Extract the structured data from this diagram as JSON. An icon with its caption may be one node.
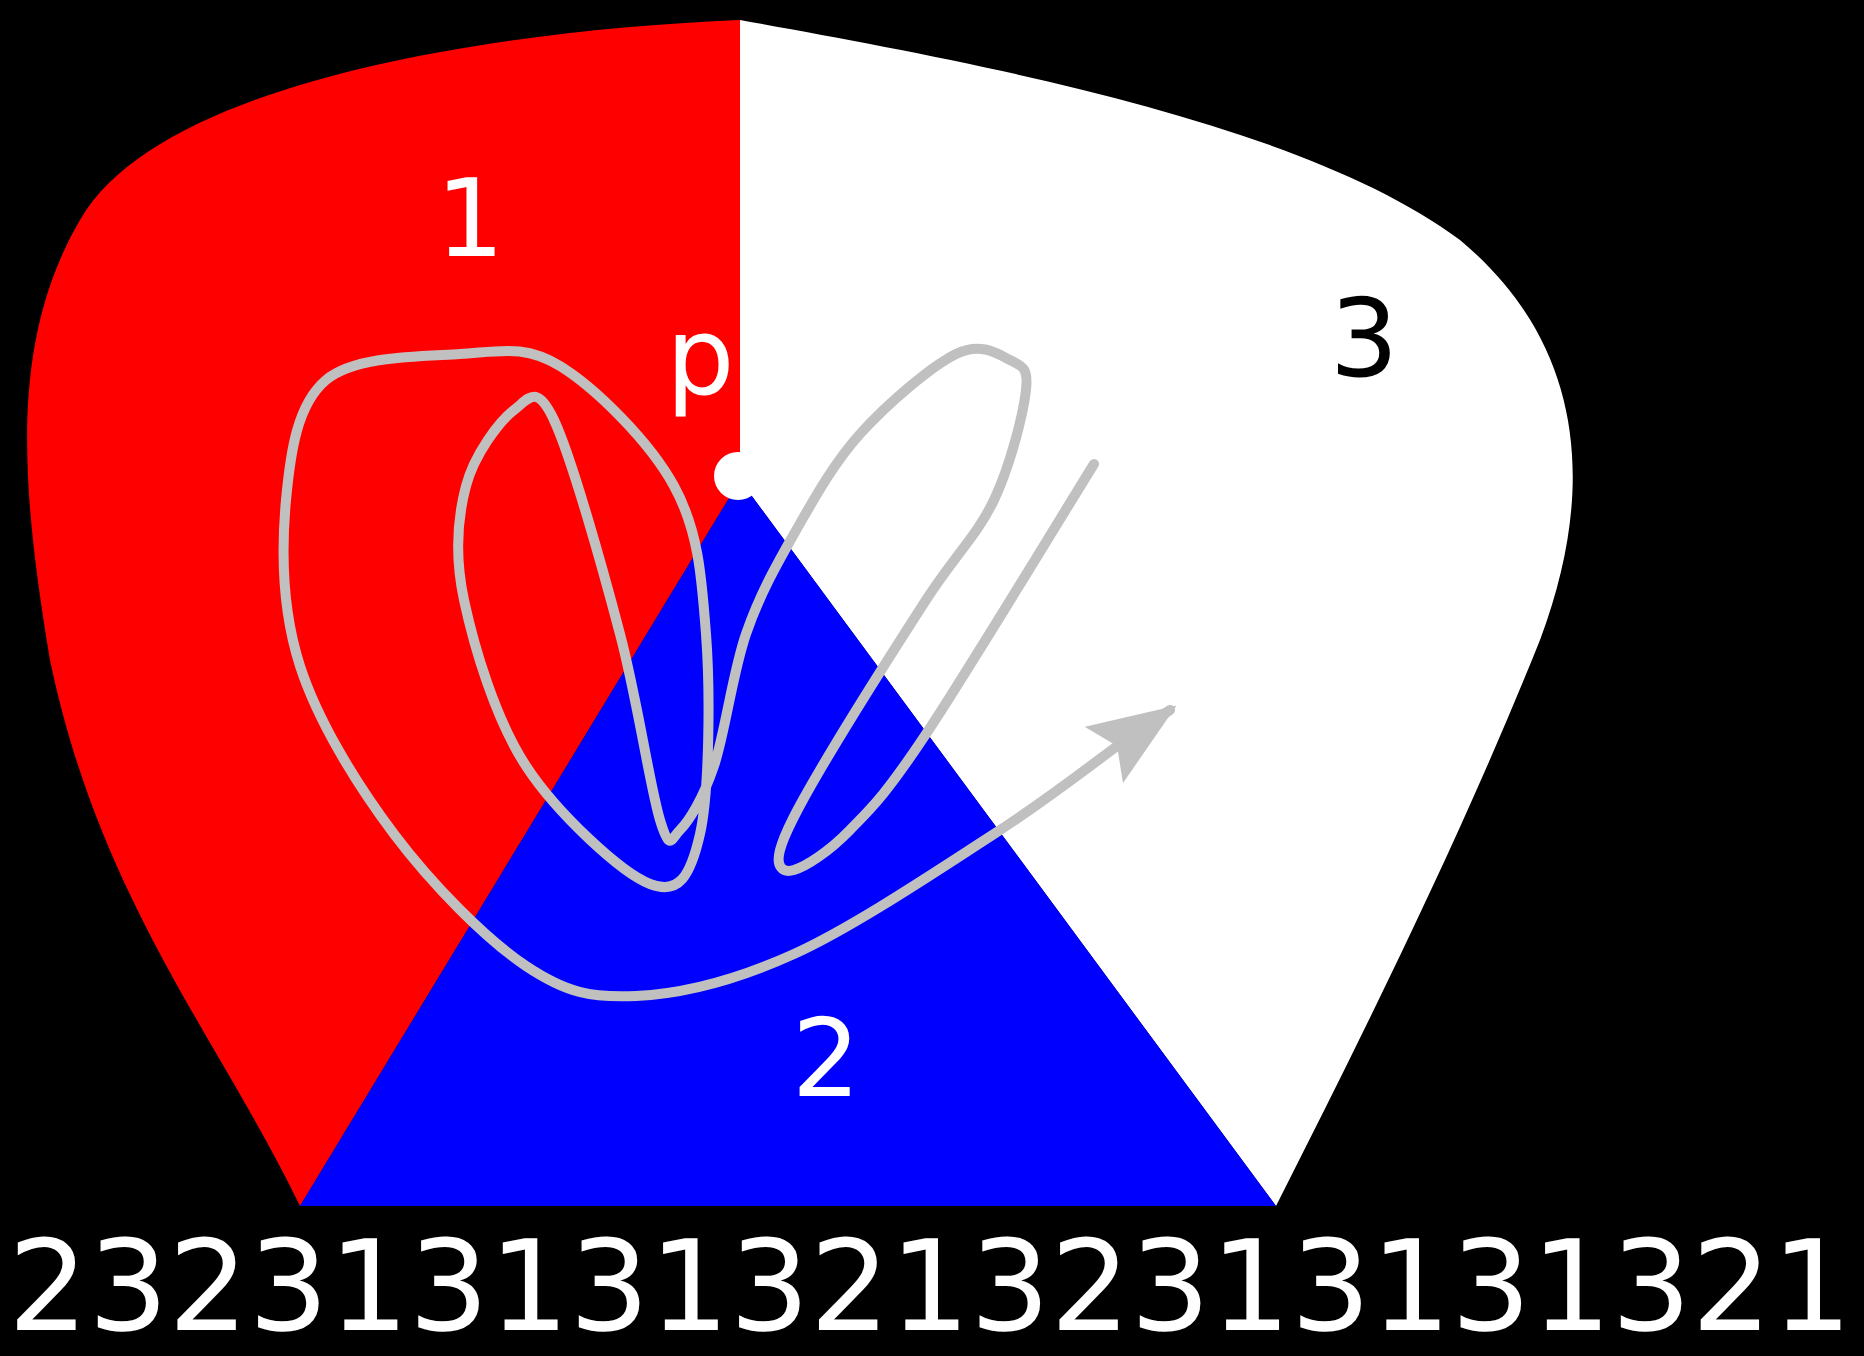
{
  "diagram": {
    "nodes": [
      {
        "text": [
          "1"
        ]
      },
      {
        "text": [
          "3"
        ]
      },
      {
        "text": [
          "2"
        ]
      }
    ],
    "labels": [
      "p",
      "23231313132132313131321"
    ]
  }
}
